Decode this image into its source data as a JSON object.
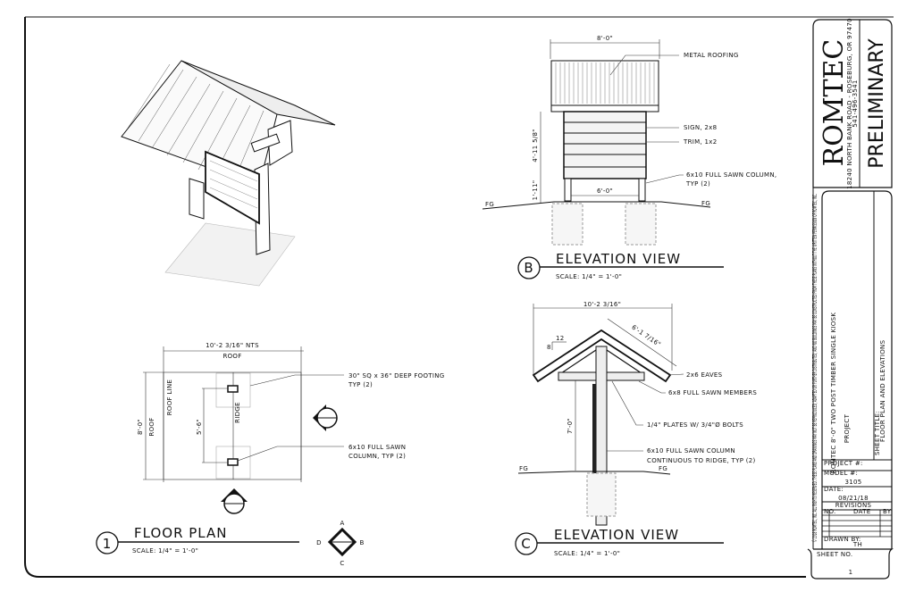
{
  "title_block": {
    "company": "ROMTEC",
    "address": "18240 NORTH BANK ROAD - ROSEBURG, OR 97470",
    "phone": "541-496-3541",
    "status": "PRELIMINARY",
    "copyright": "© 2018 ROMTEC, INC. ALL RIGHTS RESERVED. THESE PLANS AND DRAWINGS MAY NOT BE REPRODUCED, ADAPTED OR FURTHER DISTRIBUTED, AND NO BUILDINGS MAY BE CONSTRUCTED FROM THESE PLANS WITHOUT THE WRITTEN PERMISSION OF ROMTEC, INC.",
    "project_subtitle": "ROMTEC 8'-0\" TWO POST TIMBER SINGLE KIOSK",
    "project_label": "PROJECT",
    "sheet_title_label": "SHEET TITLE:",
    "sheet_title": "FLOOR PLAN AND ELEVATIONS",
    "project_no_label": "PROJECT #:",
    "model_label": "MODEL #:",
    "model": "3105",
    "date_label": "DATE:",
    "date": "08/21/18",
    "revisions_label": "REVISIONS",
    "revision_columns": [
      "NO.",
      "DATE",
      "BY"
    ],
    "drawn_by_label": "DRAWN BY:",
    "drawn_by": "TH",
    "sheet_no_label": "SHEET NO.",
    "sheet_no": "1"
  },
  "floor_plan": {
    "number": "1",
    "title": "FLOOR PLAN",
    "scale": "SCALE: 1/4\" = 1'-0\"",
    "dim_width": "10'-2 3/16\" NTS",
    "roof_top": "ROOF",
    "dim_height": "8'-0\"",
    "roof_side": "ROOF",
    "roof_line": "ROOF LINE",
    "ridge": "RIDGE",
    "dim_columns": "5'-6\"",
    "note_footing": [
      "30\" SQ x 36\" DEEP FOOTING",
      "TYP (2)"
    ],
    "note_column": [
      "6x10 FULL SAWN",
      "COLUMN, TYP (2)"
    ],
    "compass": {
      "a": "A",
      "b": "B",
      "c": "C",
      "d": "D"
    }
  },
  "elevation_b": {
    "marker": "B",
    "title": "ELEVATION VIEW",
    "scale": "SCALE: 1/4\" = 1'-0\"",
    "dim_top": "8'-0\"",
    "dim_sign": "4'-11 5/8\"",
    "dim_base": "1'-11\"",
    "dim_inner": "6'-0\"",
    "grade_left": "FG",
    "grade_right": "FG",
    "note_roof": "METAL ROOFING",
    "note_sign": "SIGN, 2x8",
    "note_trim": "TRIM, 1x2",
    "note_column": [
      "6x10 FULL SAWN COLUMN,",
      "TYP (2)"
    ]
  },
  "elevation_c": {
    "marker": "C",
    "title": "ELEVATION VIEW",
    "scale": "SCALE: 1/4\" = 1'-0\"",
    "dim_top": "10'-2 3/16\"",
    "dim_slope": "6'-1 7/16\"",
    "pitch_rise": "8",
    "pitch_run": "12",
    "dim_height": "7'-0\"",
    "grade_left": "FG",
    "grade_right": "FG",
    "note_eaves": "2x6 EAVES",
    "note_members": "6x8 FULL SAWN MEMBERS",
    "note_plates": "1/4\" PLATES W/ 3/4\"Ø BOLTS",
    "note_column": [
      "6x10 FULL SAWN COLUMN",
      "CONTINUOUS TO RIDGE, TYP (2)"
    ]
  }
}
